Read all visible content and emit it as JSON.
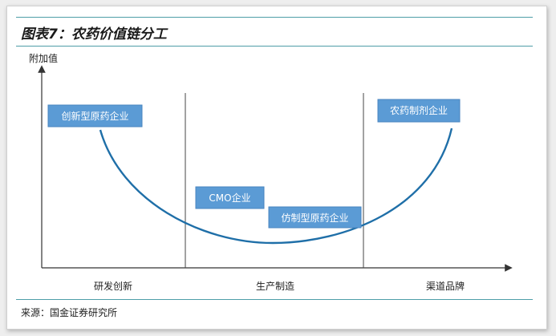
{
  "header": {
    "title": "图表7：农药价值链分工"
  },
  "diagram": {
    "y_axis_label": "附加值",
    "stages": [
      "研发创新",
      "生产制造",
      "渠道品牌"
    ],
    "boxes": {
      "innovative": "创新型原药企业",
      "cmo": "CMO企业",
      "generic": "仿制型原药企业",
      "formulation": "农药制剂企业"
    },
    "colors": {
      "box_fill": "#5b9bd5",
      "box_border": "#4a86c0",
      "curve": "#1f6fa8",
      "rules": "#4e9ea8"
    }
  },
  "footer": {
    "source": "来源：国金证券研究所"
  }
}
